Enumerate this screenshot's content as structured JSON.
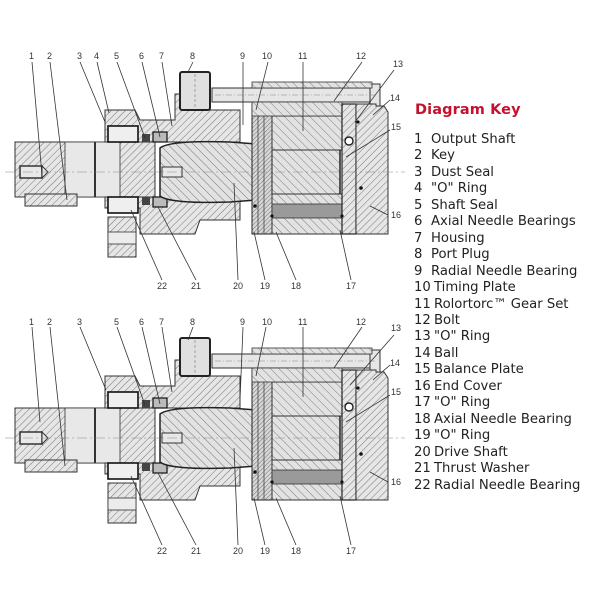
{
  "key": {
    "title": "Diagram Key",
    "title_color": "#c8102e",
    "items": [
      {
        "num": "1",
        "label": "Output Shaft"
      },
      {
        "num": "2",
        "label": "Key"
      },
      {
        "num": "3",
        "label": "Dust Seal"
      },
      {
        "num": "4",
        "label": "\"O\" Ring"
      },
      {
        "num": "5",
        "label": "Shaft Seal"
      },
      {
        "num": "6",
        "label": "Axial Needle Bearings"
      },
      {
        "num": "7",
        "label": "Housing"
      },
      {
        "num": "8",
        "label": "Port Plug"
      },
      {
        "num": "9",
        "label": "Radial Needle Bearing"
      },
      {
        "num": "10",
        "label": "Timing Plate"
      },
      {
        "num": "11",
        "label": "Rolortorc™ Gear Set"
      },
      {
        "num": "12",
        "label": "Bolt"
      },
      {
        "num": "13",
        "label": "\"O\" Ring"
      },
      {
        "num": "14",
        "label": "Ball"
      },
      {
        "num": "15",
        "label": "Balance Plate"
      },
      {
        "num": "16",
        "label": "End Cover"
      },
      {
        "num": "17",
        "label": "\"O\" Ring"
      },
      {
        "num": "18",
        "label": "Axial Needle Bearing"
      },
      {
        "num": "19",
        "label": "\"O\" Ring"
      },
      {
        "num": "20",
        "label": "Drive Shaft"
      },
      {
        "num": "21",
        "label": "Thrust Washer"
      },
      {
        "num": "22",
        "label": "Radial Needle Bearing"
      }
    ]
  },
  "diagrams": [
    {
      "name": "upper-cross-section",
      "top_callouts": [
        "1",
        "2",
        "3",
        "4",
        "5",
        "6",
        "7",
        "8",
        "9",
        "10",
        "11",
        "12",
        "13"
      ],
      "right_callouts": [
        "14",
        "15",
        "16"
      ],
      "bottom_callouts": [
        "22",
        "21",
        "20",
        "19",
        "18",
        "17"
      ]
    },
    {
      "name": "lower-cross-section",
      "top_callouts": [
        "1",
        "2",
        "3",
        "5",
        "6",
        "7",
        "8",
        "9",
        "10",
        "11",
        "12",
        "13"
      ],
      "right_callouts": [
        "14",
        "15",
        "16"
      ],
      "bottom_callouts": [
        "22",
        "21",
        "20",
        "19",
        "18",
        "17"
      ]
    }
  ]
}
